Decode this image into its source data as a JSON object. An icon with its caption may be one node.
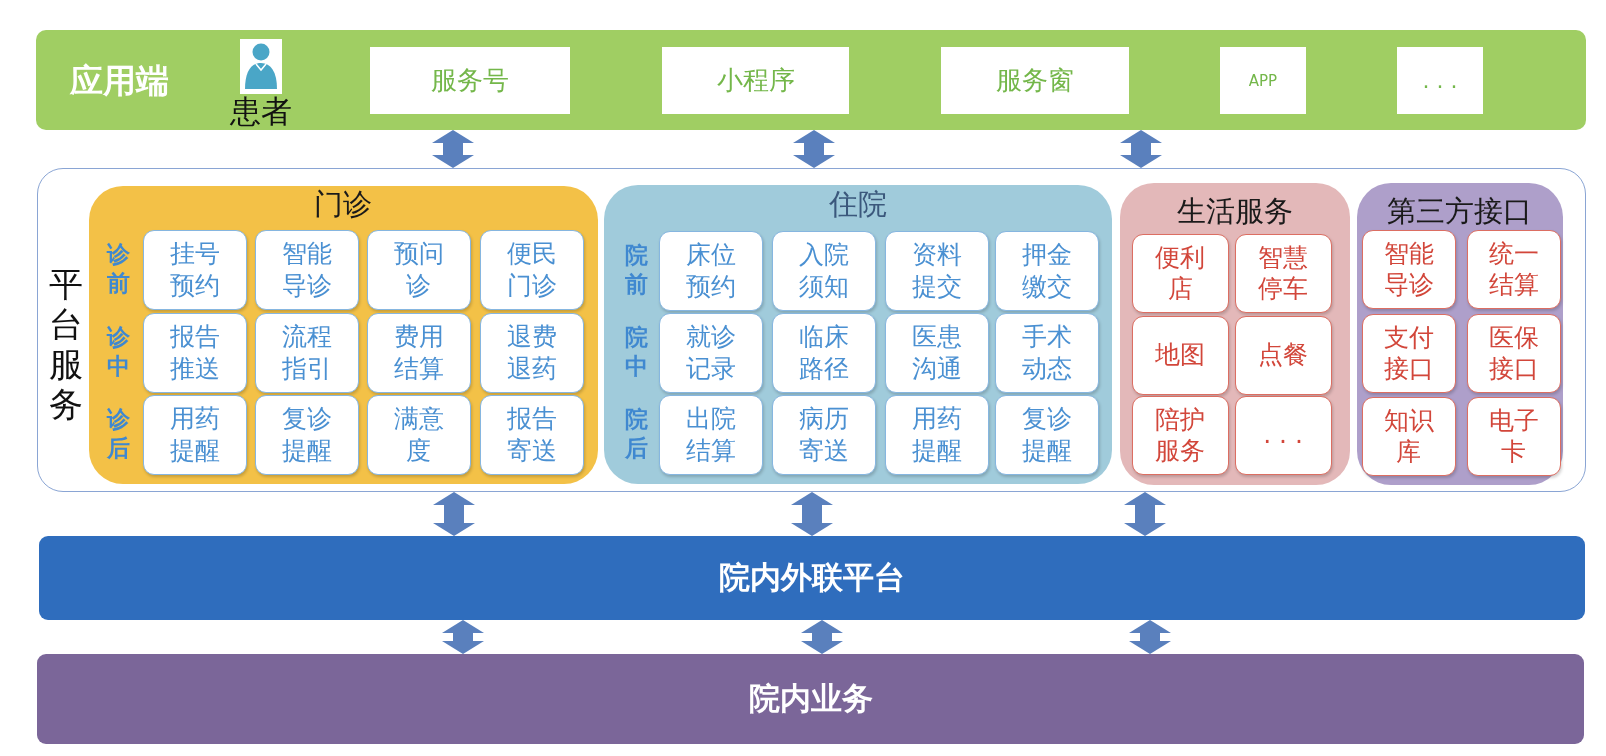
{
  "diagram": {
    "nodes": [
      {
        "text": [
          "应用端"
        ]
      },
      {
        "text": [
          "患者"
        ],
        "in": 0
      },
      {
        "text": [
          "服务号"
        ],
        "in": 0
      },
      {
        "text": [
          "小程序"
        ],
        "in": 0
      },
      {
        "text": [
          "服务窗"
        ],
        "in": 0
      },
      {
        "text": [
          "APP"
        ],
        "in": 0
      },
      {
        "text": [
          ". . ."
        ],
        "in": 0
      },
      {
        "text": [
          "平台服务"
        ]
      },
      {
        "text": [
          "门诊",
          "诊前",
          "诊中",
          "诊后"
        ],
        "in": 7
      },
      {
        "text": [
          "挂号预约"
        ],
        "in": 8
      },
      {
        "text": [
          "智能导诊"
        ],
        "in": 8
      },
      {
        "text": [
          "预问诊"
        ],
        "in": 8
      },
      {
        "text": [
          "便民门诊"
        ],
        "in": 8
      },
      {
        "text": [
          "报告推送"
        ],
        "in": 8
      },
      {
        "text": [
          "流程指引"
        ],
        "in": 8
      },
      {
        "text": [
          "费用结算"
        ],
        "in": 8
      },
      {
        "text": [
          "退费退药"
        ],
        "in": 8
      },
      {
        "text": [
          "用药提醒"
        ],
        "in": 8
      },
      {
        "text": [
          "复诊提醒"
        ],
        "in": 8
      },
      {
        "text": [
          "满意度"
        ],
        "in": 8
      },
      {
        "text": [
          "报告寄送"
        ],
        "in": 8
      },
      {
        "text": [
          "住院",
          "院前",
          "院中",
          "院后"
        ],
        "in": 7
      },
      {
        "text": [
          "床位预约"
        ],
        "in": 21
      },
      {
        "text": [
          "入院须知"
        ],
        "in": 21
      },
      {
        "text": [
          "资料提交"
        ],
        "in": 21
      },
      {
        "text": [
          "押金缴交"
        ],
        "in": 21
      },
      {
        "text": [
          "就诊记录"
        ],
        "in": 21
      },
      {
        "text": [
          "临床路径"
        ],
        "in": 21
      },
      {
        "text": [
          "医患沟通"
        ],
        "in": 21
      },
      {
        "text": [
          "手术动态"
        ],
        "in": 21
      },
      {
        "text": [
          "出院结算"
        ],
        "in": 21
      },
      {
        "text": [
          "病历寄送"
        ],
        "in": 21
      },
      {
        "text": [
          "用药提醒"
        ],
        "in": 21
      },
      {
        "text": [
          "复诊提醒"
        ],
        "in": 21
      },
      {
        "text": [
          "生活服务"
        ],
        "in": 7
      },
      {
        "text": [
          "便利店"
        ],
        "in": 34
      },
      {
        "text": [
          "智慧停车"
        ],
        "in": 34
      },
      {
        "text": [
          "地图"
        ],
        "in": 34
      },
      {
        "text": [
          "点餐"
        ],
        "in": 34
      },
      {
        "text": [
          "陪护服务"
        ],
        "in": 34
      },
      {
        "text": [
          ". . ."
        ],
        "in": 34
      },
      {
        "text": [
          "第三方接口"
        ],
        "in": 7
      },
      {
        "text": [
          "智能导诊"
        ],
        "in": 41
      },
      {
        "text": [
          "统一结算"
        ],
        "in": 41
      },
      {
        "text": [
          "支付接口"
        ],
        "in": 41
      },
      {
        "text": [
          "医保接口"
        ],
        "in": 41
      },
      {
        "text": [
          "知识库"
        ],
        "in": 41
      },
      {
        "text": [
          "电子卡"
        ],
        "in": 41
      },
      {
        "text": [
          "院内外联平台"
        ]
      },
      {
        "text": [
          "院内业务"
        ]
      }
    ],
    "edges": [
      {
        "from": 0,
        "to": 7,
        "arrow": "both"
      },
      {
        "from": 0,
        "to": 7,
        "arrow": "both"
      },
      {
        "from": 0,
        "to": 7,
        "arrow": "both"
      },
      {
        "from": 7,
        "to": 48,
        "arrow": "both"
      },
      {
        "from": 7,
        "to": 48,
        "arrow": "both"
      },
      {
        "from": 7,
        "to": 48,
        "arrow": "both"
      },
      {
        "from": 48,
        "to": 49,
        "arrow": "both"
      },
      {
        "from": 48,
        "to": 49,
        "arrow": "both"
      },
      {
        "from": 48,
        "to": 49,
        "arrow": "both"
      }
    ]
  }
}
